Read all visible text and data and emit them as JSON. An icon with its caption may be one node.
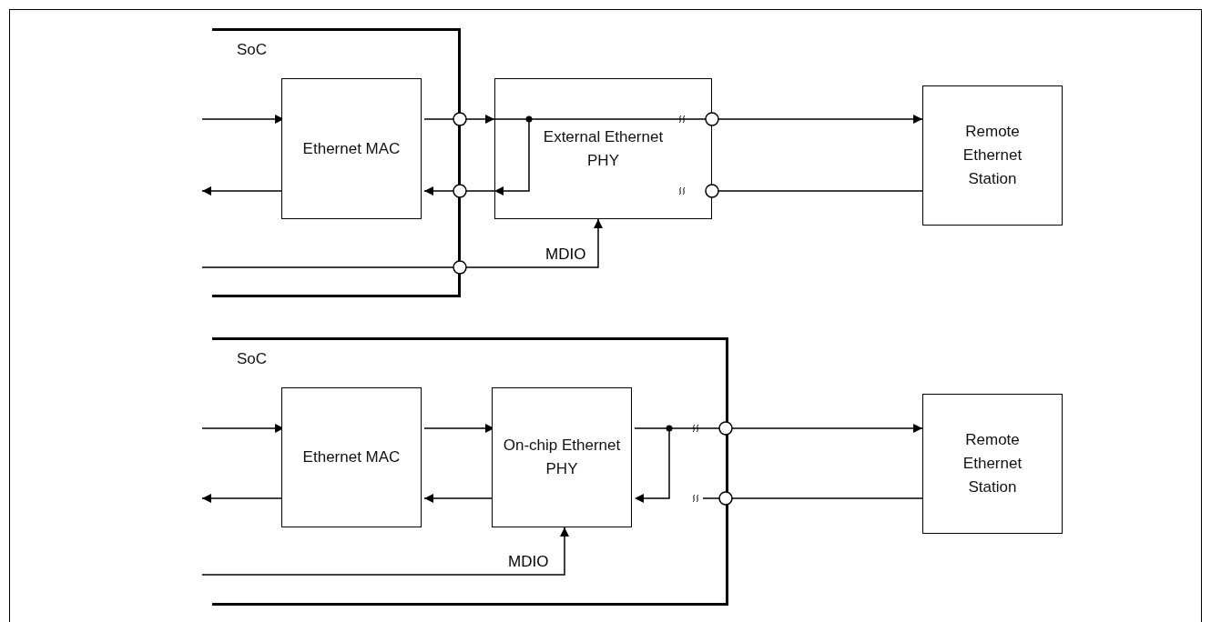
{
  "diagram": {
    "nodes": [
      {
        "text": [
          "SoC"
        ]
      },
      {
        "text": [
          "Ethernet MAC"
        ],
        "in": 0
      },
      {
        "text": [
          "External Ethernet PHY"
        ]
      },
      {
        "text": [
          "Remote Ethernet Station"
        ]
      },
      {
        "text": [
          "SoC"
        ]
      },
      {
        "text": [
          "Ethernet MAC"
        ],
        "in": 4
      },
      {
        "text": [
          "On-chip Ethernet PHY"
        ],
        "in": 4
      },
      {
        "text": [
          "Remote Ethernet Station"
        ]
      }
    ],
    "edges": [
      {
        "from": null,
        "to": 1,
        "arrow": "to"
      },
      {
        "from": 1,
        "to": null,
        "arrow": "to"
      },
      {
        "from": 1,
        "to": 2,
        "arrow": "to"
      },
      {
        "from": 2,
        "to": 1,
        "arrow": "to"
      },
      {
        "from": 2,
        "to": 3,
        "arrow": "to"
      },
      {
        "from": 3,
        "to": 2,
        "arrow": "none"
      },
      {
        "from": 0,
        "to": 2,
        "arrow": "to",
        "label": "MDIO"
      },
      {
        "from": null,
        "to": 5,
        "arrow": "to"
      },
      {
        "from": 5,
        "to": null,
        "arrow": "to"
      },
      {
        "from": 5,
        "to": 6,
        "arrow": "to"
      },
      {
        "from": 6,
        "to": 5,
        "arrow": "to"
      },
      {
        "from": 6,
        "to": 7,
        "arrow": "to"
      },
      {
        "from": 7,
        "to": null,
        "arrow": "none"
      },
      {
        "from": 4,
        "to": 6,
        "arrow": "to",
        "label": "MDIO"
      }
    ]
  }
}
